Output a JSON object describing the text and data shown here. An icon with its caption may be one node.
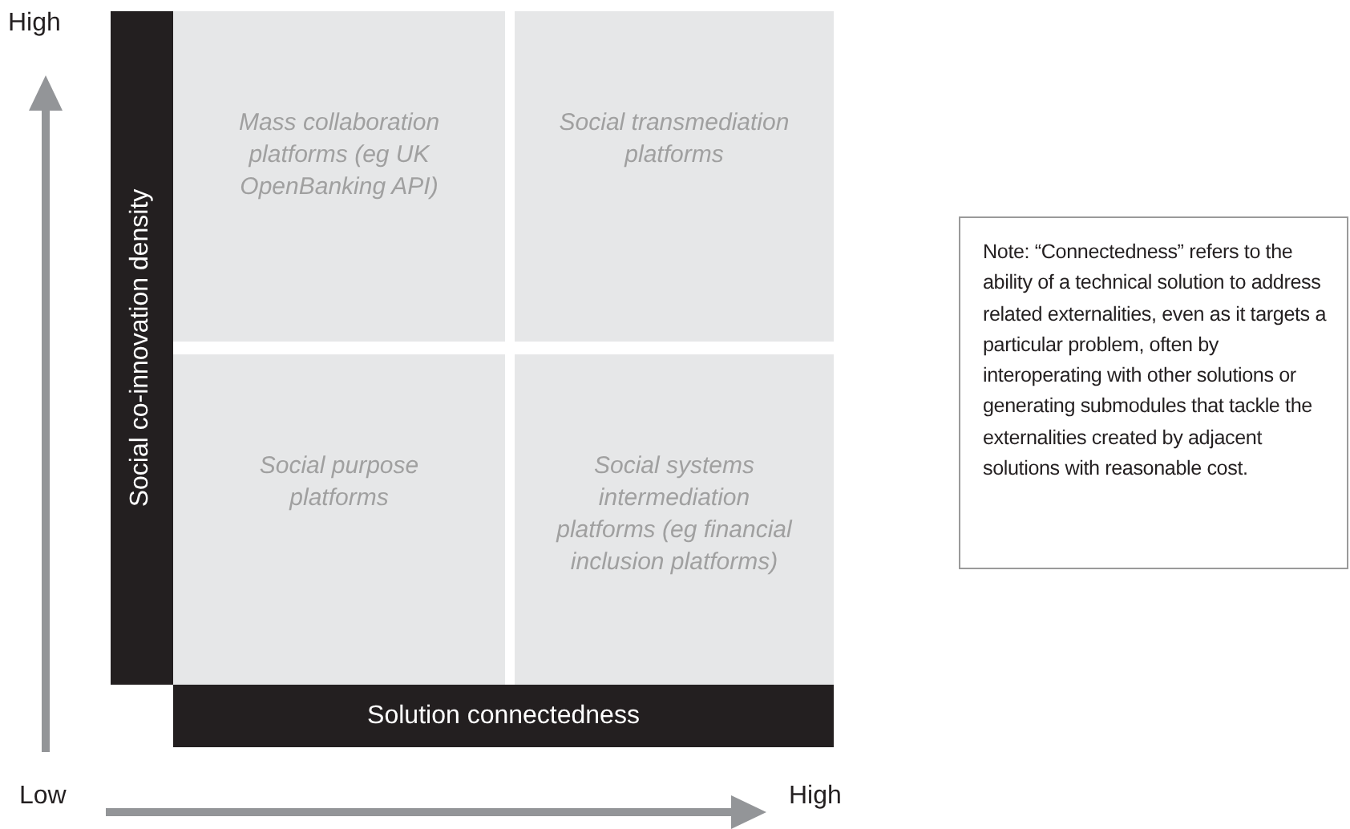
{
  "diagram": {
    "nodes": [
      {
        "text": [
          "Mass collaboration platforms (eg UK OpenBanking API)"
        ]
      },
      {
        "text": [
          "Social transmediation platforms"
        ]
      },
      {
        "text": [
          "Social purpose platforms"
        ]
      },
      {
        "text": [
          "Social systems intermediation platforms (eg financial inclusion platforms)"
        ]
      },
      {
        "text": [
          "Social co-innovation density"
        ]
      },
      {
        "text": [
          "Solution connectedness"
        ]
      },
      {
        "text": [
          "Note: “Connectedness” refers to the ability of a technical solution to address related externalities, even as it targets a particular problem, often by interoperating with other solutions or generating submodules that tackle the externalities created by adjacent solutions with reasonable cost."
        ]
      }
    ],
    "labels": [
      "High",
      "Low",
      "High"
    ]
  }
}
